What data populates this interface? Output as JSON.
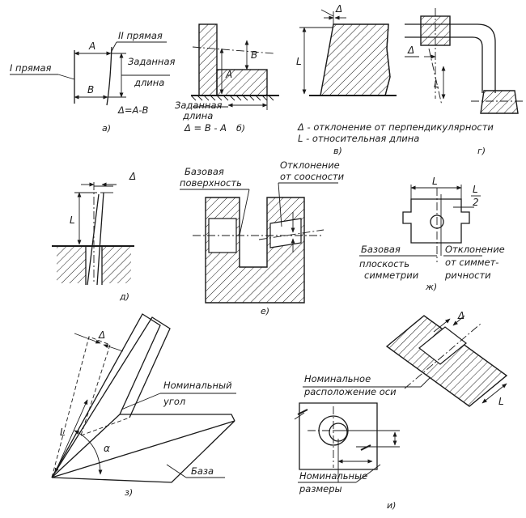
{
  "a": {
    "line1": "I прямая",
    "line2": "II прямая",
    "dimA": "A",
    "dimB": "B",
    "given": [
      "Заданная",
      "длина"
    ],
    "formula": "Δ=A-B",
    "caption": "а)"
  },
  "b": {
    "dimB": "B",
    "dimA": "A",
    "given": [
      "Заданная",
      "длина"
    ],
    "formula": "Δ = B - A",
    "caption": "б)"
  },
  "v": {
    "delta": "Δ",
    "dimL": "L",
    "caption": "в)"
  },
  "g": {
    "delta": "Δ",
    "dimL": "L",
    "caption": "г)"
  },
  "legend": {
    "line1": "Δ - отклонение от перпендикулярности",
    "line2": "L - относительная длина"
  },
  "d": {
    "delta": "Δ",
    "dimL": "L",
    "caption": "д)"
  },
  "e": {
    "base": [
      "Базовая",
      "поверхность"
    ],
    "dev": [
      "Отклонение",
      "от соосности"
    ],
    "caption": "е)"
  },
  "zh": {
    "dimL": "L",
    "half_top": "L",
    "half_bottom": "2",
    "base": [
      "Базовая",
      "плоскость",
      "симметрии"
    ],
    "dev": [
      "Отклонение",
      "от симмет-",
      "ричности"
    ],
    "caption": "ж)"
  },
  "z": {
    "delta": "Δ",
    "dimL": "L",
    "alpha": "α",
    "nominal": [
      "Номинальный",
      "угол"
    ],
    "base": "База",
    "caption": "з)"
  },
  "i": {
    "delta": "Δ",
    "dimL": "L",
    "axis": [
      "Номинальное",
      "расположение оси"
    ],
    "sizes": [
      "Номинальные",
      "размеры"
    ],
    "caption": "и)"
  }
}
